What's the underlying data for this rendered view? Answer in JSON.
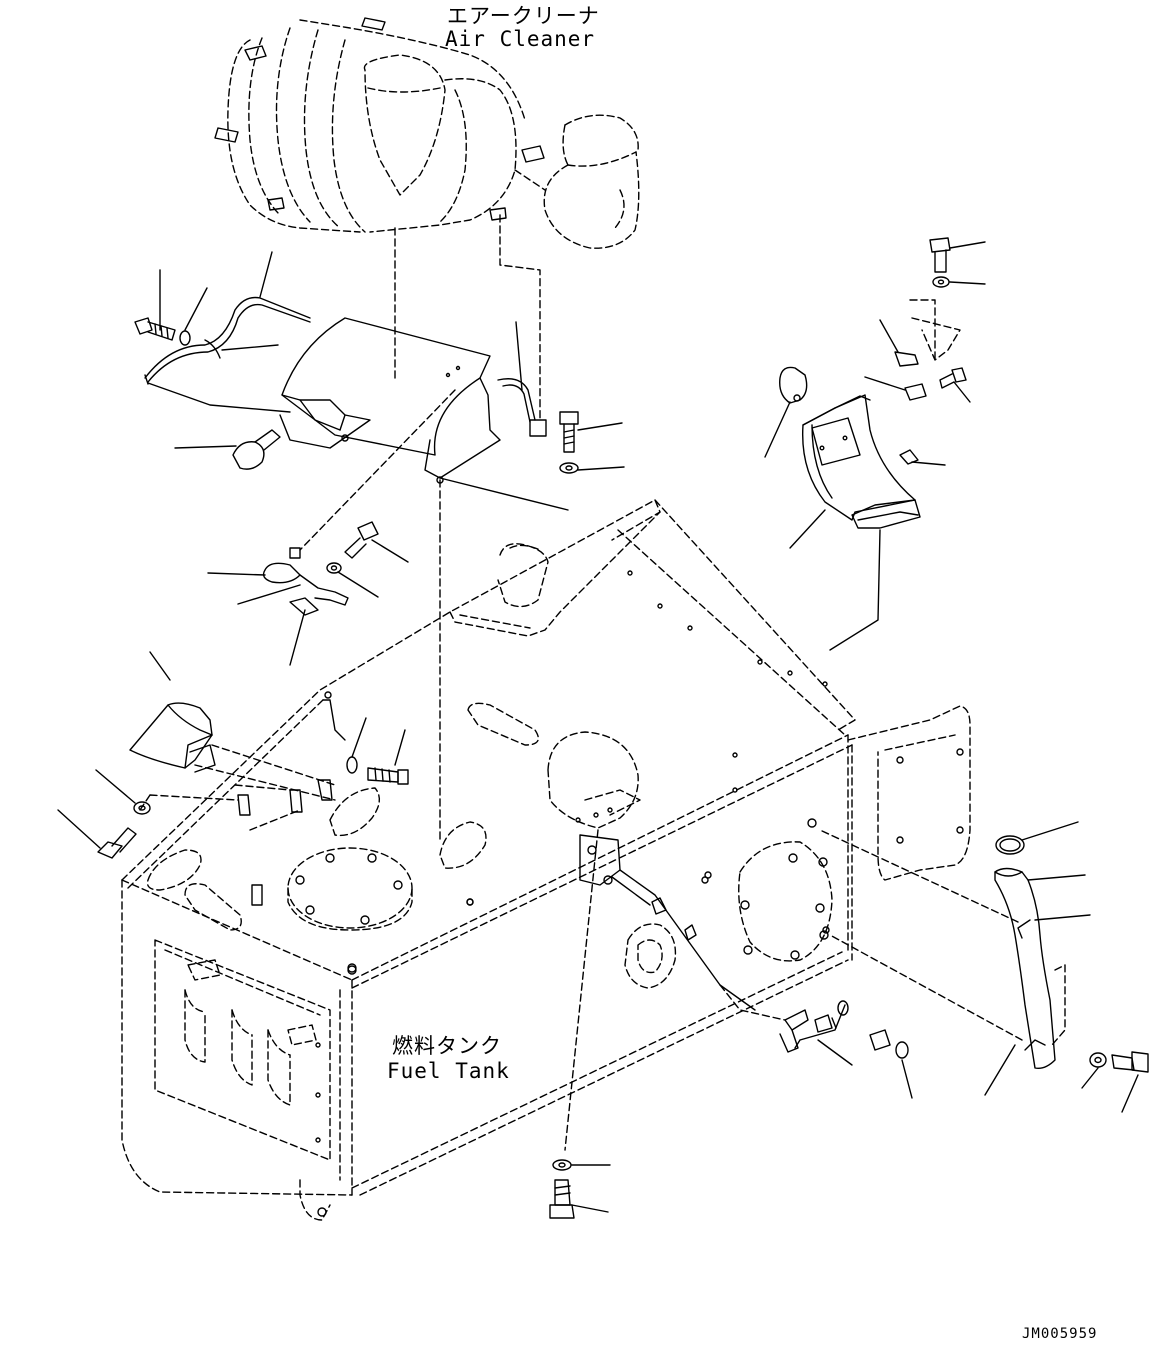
{
  "labels": {
    "air_cleaner_jp": "エアークリーナ",
    "air_cleaner_en": "Air Cleaner",
    "fuel_tank_jp": "燃料タンク",
    "fuel_tank_en": "Fuel Tank"
  },
  "drawing_code": "JM005959",
  "colors": {
    "line": "#000000",
    "background": "#ffffff"
  }
}
